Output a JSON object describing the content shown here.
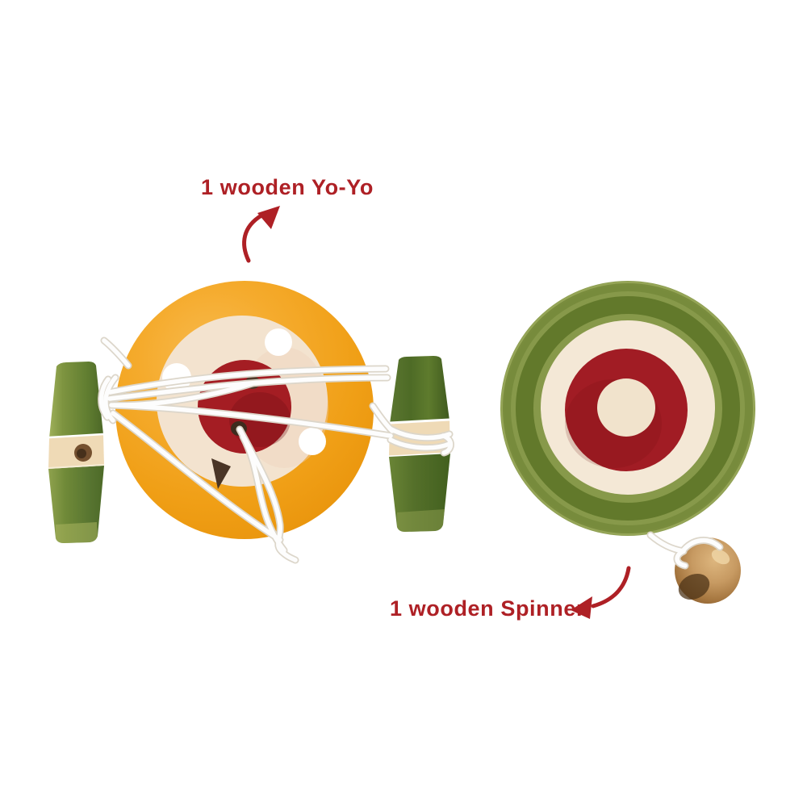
{
  "scene": {
    "type": "product-photo",
    "background_color": "#ffffff",
    "annotation_color": "#ae2025"
  },
  "annotations": {
    "yoyo_label": "1 wooden Yo-Yo",
    "spinner_label": "1 wooden Spinner",
    "yoyo_arrow_icon": "curved-arrow-up-right",
    "spinner_arrow_icon": "curved-arrow-down-left"
  },
  "products": {
    "yoyo": {
      "name": "wooden yo-yo with white string and green handles",
      "colors": {
        "disc": "#f2a21e",
        "ring": "#f3e3cf",
        "center": "#a41d23",
        "dots": "#ffffff",
        "handle_green": "#61812f",
        "handle_band": "#efdab6",
        "string": "#fdfdfd"
      }
    },
    "spinner": {
      "name": "wooden spinner with pull string and bead",
      "colors": {
        "outer_ring": "#87994a",
        "ring": "#f4e8d6",
        "red_ring": "#a11c24",
        "center": "#f1e3cc",
        "bead": "#c79a62",
        "string": "#fdfdfd"
      }
    }
  }
}
